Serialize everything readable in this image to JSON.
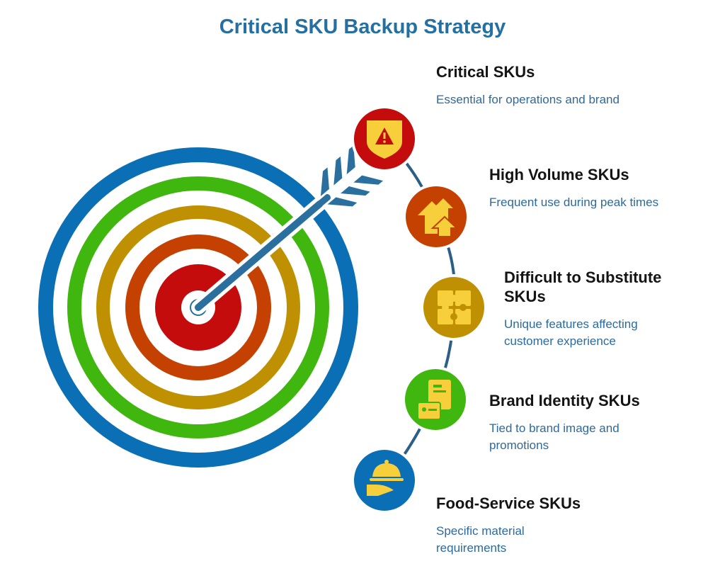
{
  "title": "Critical SKU Backup Strategy",
  "colors": {
    "title": "#2470a3",
    "ring_blue": "#0a6fb5",
    "ring_green": "#3fb70f",
    "ring_gold": "#bf9102",
    "ring_orange": "#c44102",
    "ring_red": "#c50c0c",
    "arrow": "#2b6f9f",
    "icon_fill": "#f7cf3a"
  },
  "items": [
    {
      "title": "Critical SKUs",
      "description": "Essential for operations and brand",
      "icon": "warning-shield-icon",
      "color": "#c50c0c"
    },
    {
      "title": "High Volume SKUs",
      "description": "Frequent use during peak times",
      "icon": "upward-arrows-icon",
      "color": "#c44102"
    },
    {
      "title": "Difficult to Substitute SKUs",
      "description": "Unique features affecting customer experience",
      "icon": "puzzle-icon",
      "color": "#bf9102"
    },
    {
      "title": "Brand Identity SKUs",
      "description": "Tied to brand image and promotions",
      "icon": "id-card-icon",
      "color": "#3fb70f"
    },
    {
      "title": "Food-Service SKUs",
      "description": "Specific material requirements",
      "icon": "serving-cloche-icon",
      "color": "#0a6fb5"
    }
  ]
}
